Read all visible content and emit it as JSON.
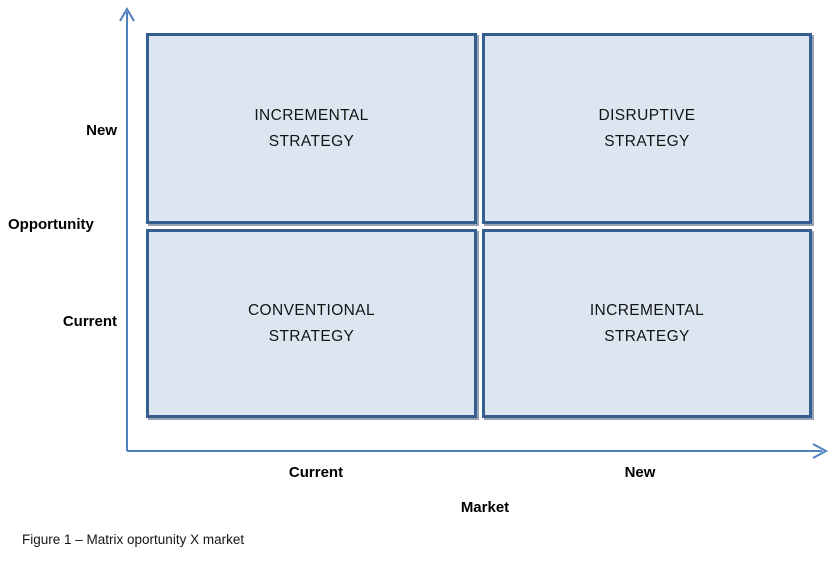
{
  "diagram": {
    "caption": "Figure 1 – Matrix oportunity X market",
    "y_axis": {
      "title": "Opportunity",
      "tick_top": "New",
      "tick_bottom": "Current"
    },
    "x_axis": {
      "title": "Market",
      "tick_left": "Current",
      "tick_right": "New"
    },
    "quadrants": {
      "top_left": {
        "line1": "INCREMENTAL",
        "line2": "STRATEGY"
      },
      "top_right": {
        "line1": "DISRUPTIVE",
        "line2": "STRATEGY"
      },
      "bottom_left": {
        "line1": "CONVENTIONAL",
        "line2": "STRATEGY"
      },
      "bottom_right": {
        "line1": "INCREMENTAL",
        "line2": "STRATEGY"
      }
    },
    "colors": {
      "quadrant_fill": "#dce6f1",
      "quadrant_border": "#365f91",
      "axis_line": "#4f81bd",
      "label_text": "#000000"
    }
  }
}
